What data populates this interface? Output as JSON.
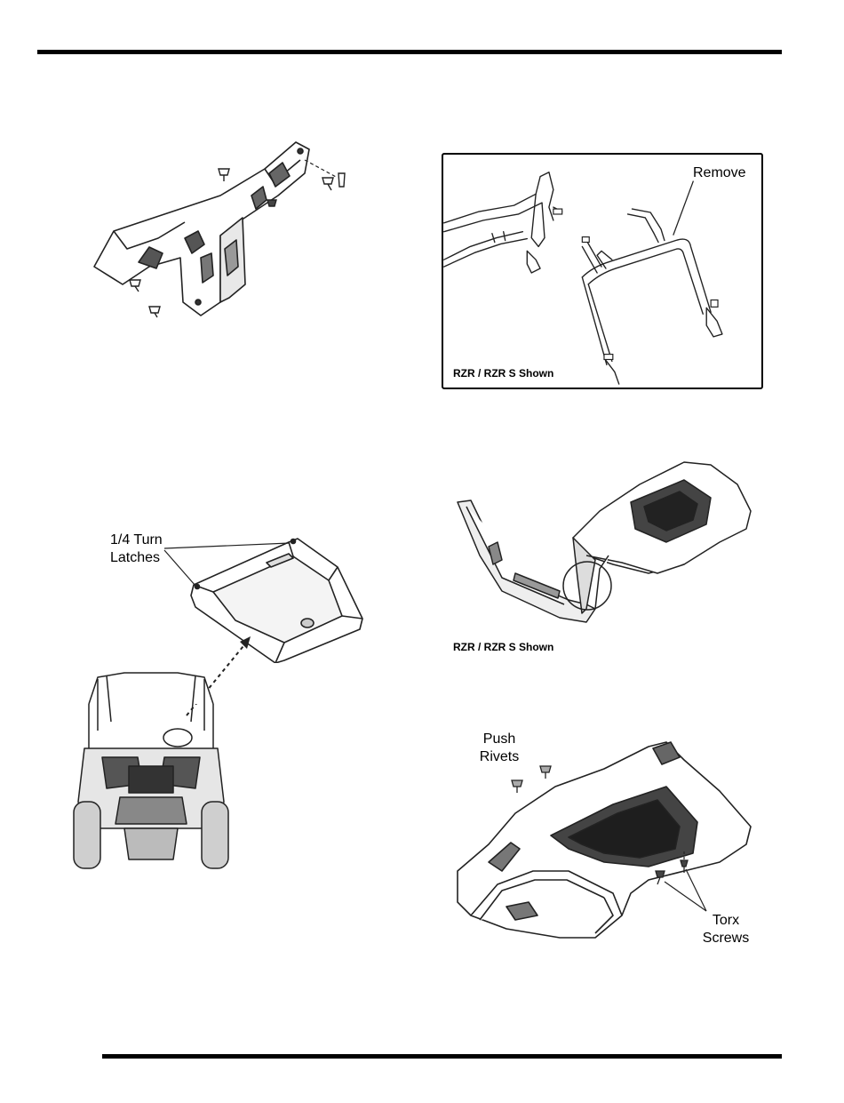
{
  "figures": {
    "dash_bracket": {},
    "roll_cage": {
      "label_remove": "Remove",
      "caption": "RZR / RZR S Shown"
    },
    "hood": {
      "label_latches": "1/4 Turn\nLatches"
    },
    "body_panel": {
      "caption": "RZR / RZR S Shown"
    },
    "rear_fender": {
      "label_rivets": "Push\nRivets",
      "label_screws": "Torx\nScrews"
    }
  }
}
